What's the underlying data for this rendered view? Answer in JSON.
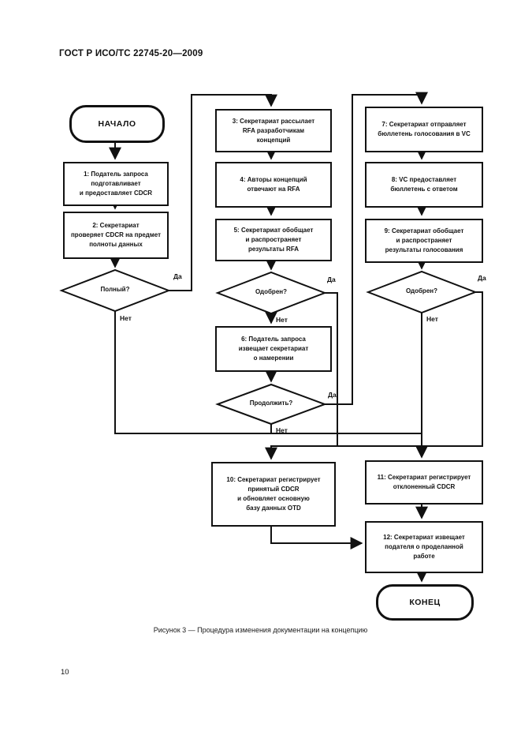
{
  "header": {
    "title": "ГОСТ Р ИСО/ТС 22745-20—2009"
  },
  "flowchart": {
    "start_label": "НАЧАЛО",
    "end_label": "КОНЕЦ",
    "yes_label": "Да",
    "no_label": "Нет",
    "boxes": {
      "b1": "1: Податель запроса\nподготавливает\nи предоставляет CDCR",
      "b2": "2: Секретариат\nпроверяет CDCR на предмет\nполноты данных",
      "b3": "3: Секретариат рассылает\nRFA разработчикам\nконцепций",
      "b4": "4: Авторы концепций\nотвечают на RFA",
      "b5": "5: Секретариат обобщает\nи распространяет\nрезультаты RFA",
      "b6": "6: Податель запроса\nизвещает секретариат\nо намерении",
      "b7": "7: Секретариат отправляет\nбюллетень голосования в VC",
      "b8": "8: VC предоставляет\nбюллетень с ответом",
      "b9": "9: Секретариат обобщает\nи распространяет\nрезультаты голосования",
      "b10": "10: Секретариат регистрирует\nпринятый CDCR\nи обновляет основную\nбазу данных OTD",
      "b11": "11: Секретариат регистрирует\nотклоненный CDCR",
      "b12": "12: Секретариат извещает\nподателя о проделанной\nработе"
    },
    "decisions": {
      "d1": "Полный?",
      "d2": "Одобрен?",
      "d3": "Продолжить?",
      "d4": "Одобрен?"
    }
  },
  "caption": "Рисунок 3 — Процедура изменения документации на концепцию",
  "page_number": "10"
}
